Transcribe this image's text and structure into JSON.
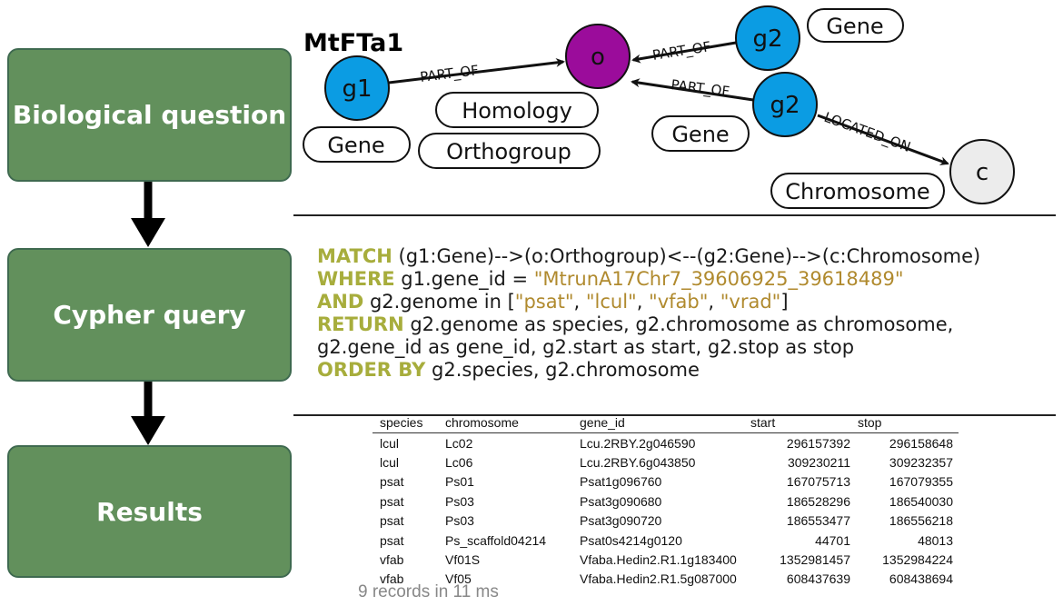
{
  "steps": {
    "biological_question": "Biological question",
    "cypher_query": "Cypher query",
    "results": "Results"
  },
  "graph": {
    "gene_name": "MtFTa1",
    "nodes": {
      "g1": "g1",
      "o": "o",
      "g2_top": "g2",
      "g2_mid": "g2",
      "c": "c"
    },
    "edges": {
      "e1": "PART_OF",
      "e2": "PART_OF",
      "e3": "PART_OF",
      "e4": "LOCATED_ON"
    },
    "labels": {
      "gene_g1": "Gene",
      "homology": "Homology",
      "orthogroup": "Orthogroup",
      "gene_top": "Gene",
      "gene_mid": "Gene",
      "chromosome": "Chromosome"
    },
    "colors": {
      "gene": "#0b9ce3",
      "orthogroup": "#9b0c9b",
      "chromosome": "#ececec"
    }
  },
  "cypher": {
    "l1_kw": "MATCH",
    "l1_text": " (g1:Gene)-->(o:Orthogroup)<--(g2:Gene)-->(c:Chromosome)",
    "l2_kw": "WHERE",
    "l2_text": " g1.gene_id = ",
    "l2_str": "\"MtrunA17Chr7_39606925_39618489\"",
    "l3_kw": "AND",
    "l3_text": " g2.genome in [",
    "l3_s1": "\"psat\"",
    "l3_s2": "\"lcul\"",
    "l3_s3": "\"vfab\"",
    "l3_s4": "\"vrad\"",
    "l3_end": "]",
    "l4_kw": "RETURN",
    "l4_text": " g2.genome as species, g2.chromosome as chromosome,",
    "l5_text": "g2.gene_id as gene_id, g2.start as start, g2.stop as stop",
    "l6_kw": "ORDER BY",
    "l6_text": " g2.species, g2.chromosome",
    "sep": ", "
  },
  "results": {
    "headers": [
      "species",
      "chromosome",
      "gene_id",
      "start",
      "stop"
    ],
    "rows": [
      [
        "lcul",
        "Lc02",
        "Lcu.2RBY.2g046590",
        "296157392",
        "296158648"
      ],
      [
        "lcul",
        "Lc06",
        "Lcu.2RBY.6g043850",
        "309230211",
        "309232357"
      ],
      [
        "psat",
        "Ps01",
        "Psat1g096760",
        "167075713",
        "167079355"
      ],
      [
        "psat",
        "Ps03",
        "Psat3g090680",
        "186528296",
        "186540030"
      ],
      [
        "psat",
        "Ps03",
        "Psat3g090720",
        "186553477",
        "186556218"
      ],
      [
        "psat",
        "Ps_scaffold04214",
        "Psat0s4214g0120",
        "44701",
        "48013"
      ],
      [
        "vfab",
        "Vf01S",
        "Vfaba.Hedin2.R1.1g183400",
        "1352981457",
        "1352984224"
      ],
      [
        "vfab",
        "Vf05",
        "Vfaba.Hedin2.R1.5g087000",
        "608437639",
        "608438694"
      ]
    ],
    "records_note": "9 records in 11 ms"
  }
}
